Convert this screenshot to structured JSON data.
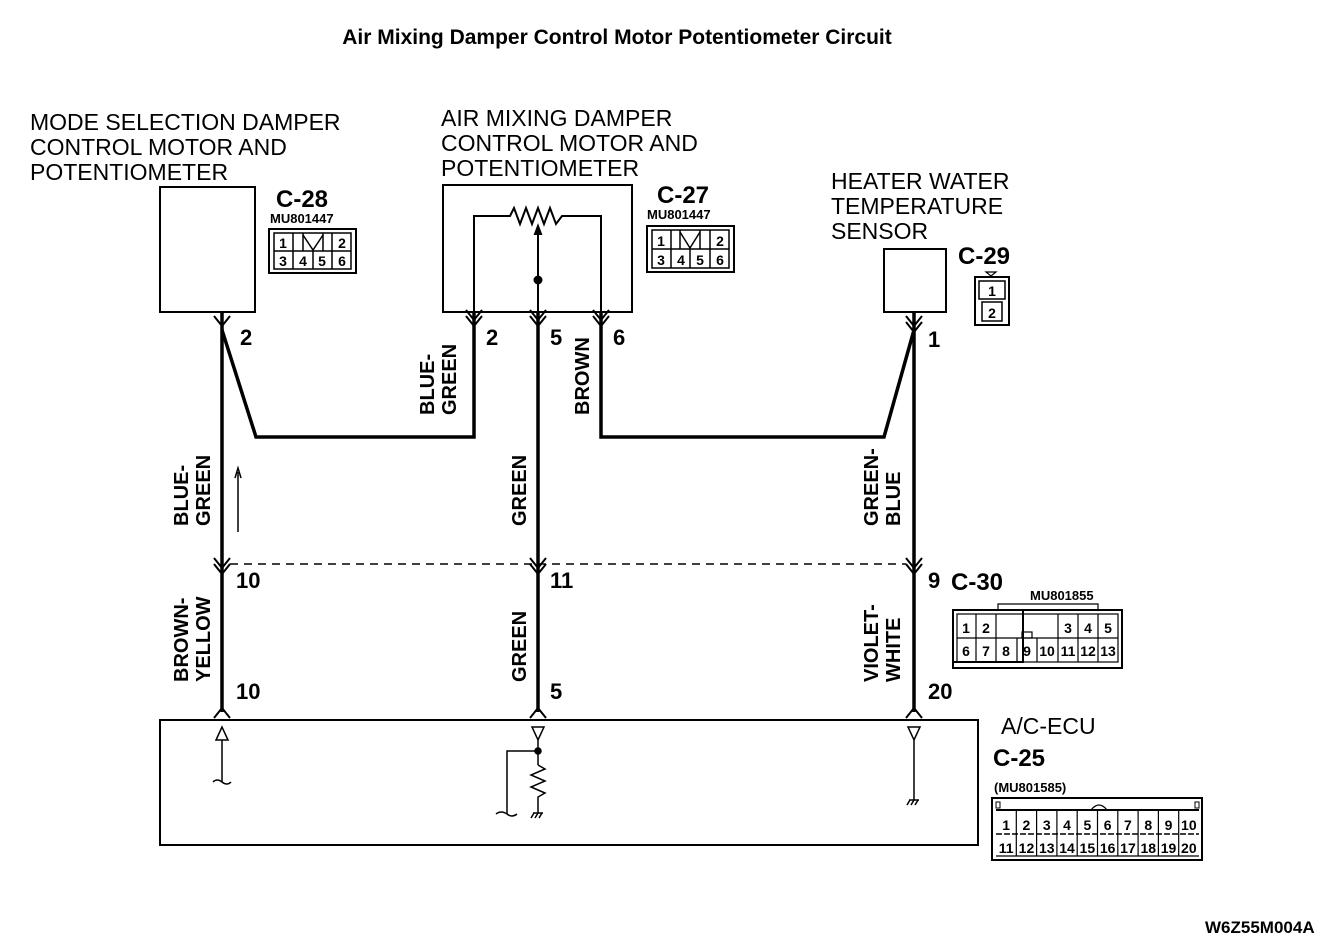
{
  "title": "Air Mixing Damper Control Motor Potentiometer Circuit",
  "figure_code": "W6Z55M004A",
  "components": {
    "mode_motor": {
      "label_lines": [
        "MODE SELECTION DAMPER",
        "CONTROL MOTOR AND",
        "POTENTIOMETER"
      ],
      "connector": "C-28",
      "part_number": "MU801447",
      "pin": "2"
    },
    "air_mix_motor": {
      "label_lines": [
        "AIR MIXING DAMPER",
        "CONTROL MOTOR AND",
        "POTENTIOMETER"
      ],
      "connector": "C-27",
      "part_number": "MU801447",
      "pins": [
        "2",
        "5",
        "6"
      ]
    },
    "water_sensor": {
      "label_lines": [
        "HEATER WATER",
        "TEMPERATURE",
        "SENSOR"
      ],
      "connector": "C-29",
      "pin": "1"
    },
    "intermediate": {
      "connector": "C-30",
      "part_number": "MU801855",
      "pins": [
        "10",
        "11",
        "9"
      ]
    },
    "ecu": {
      "label": "A/C-ECU",
      "connector": "C-25",
      "part_number": "(MU801585)",
      "pins": [
        "10",
        "5",
        "20"
      ]
    }
  },
  "wires": {
    "c27_pin2": [
      "BLUE-",
      "GREEN"
    ],
    "c27_pin6": [
      "BROWN"
    ],
    "left_upper": [
      "BLUE-",
      "GREEN"
    ],
    "center_upper": [
      "GREEN"
    ],
    "right_upper": [
      "GREEN-",
      "BLUE"
    ],
    "left_lower": [
      "BROWN-",
      "YELLOW"
    ],
    "center_lower": [
      "GREEN"
    ],
    "right_lower": [
      "VIOLET-",
      "WHITE"
    ]
  },
  "connector_faces": {
    "c28": {
      "top": [
        "1",
        "",
        "2"
      ],
      "bottom": [
        "3",
        "4",
        "5",
        "6"
      ]
    },
    "c27": {
      "top": [
        "1",
        "",
        "2"
      ],
      "bottom": [
        "3",
        "4",
        "5",
        "6"
      ]
    },
    "c29": [
      "1",
      "2"
    ],
    "c30": {
      "top": [
        "1",
        "2",
        "3",
        "4",
        "5"
      ],
      "bottom": [
        "6",
        "7",
        "8",
        "9",
        "10",
        "11",
        "12",
        "13"
      ]
    },
    "c25": {
      "top": [
        "1",
        "2",
        "3",
        "4",
        "5",
        "6",
        "7",
        "8",
        "9",
        "10"
      ],
      "bottom": [
        "11",
        "12",
        "13",
        "14",
        "15",
        "16",
        "17",
        "18",
        "19",
        "20"
      ]
    }
  }
}
